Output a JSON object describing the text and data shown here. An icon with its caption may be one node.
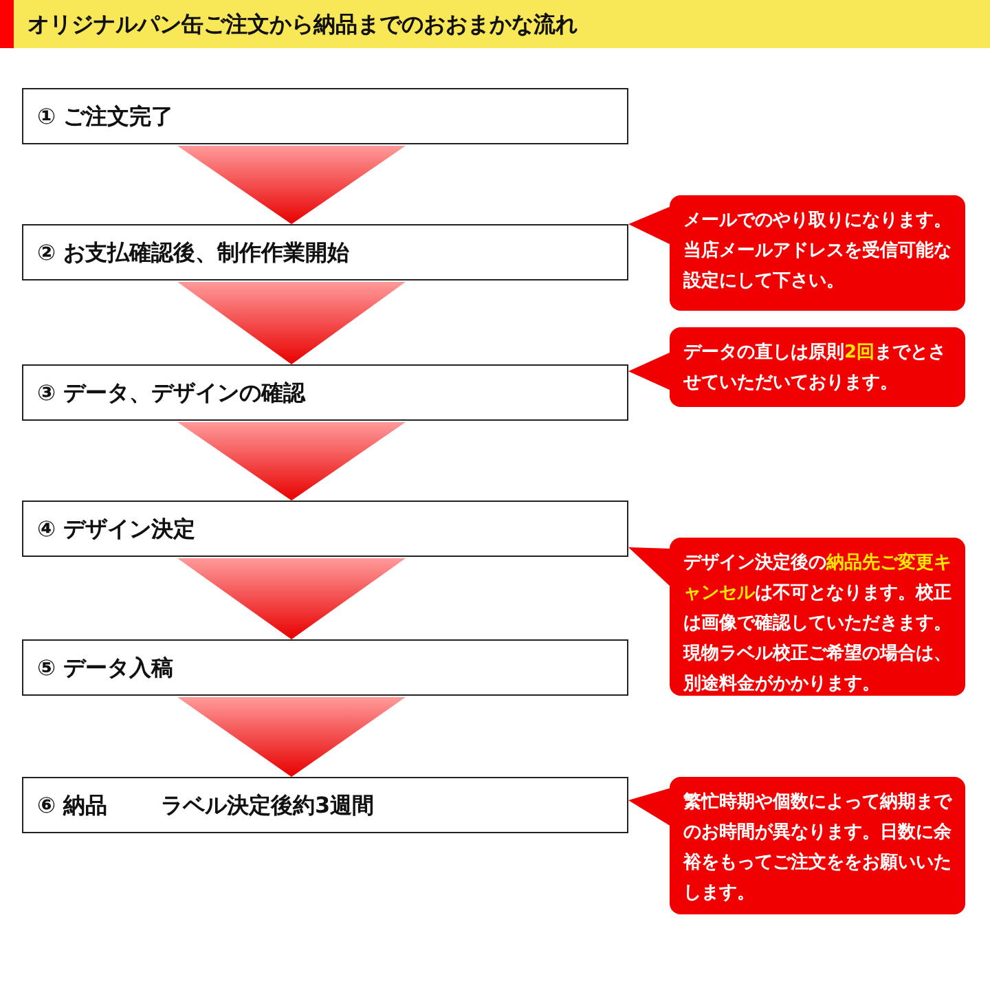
{
  "diagram": {
    "title": "オリジナルパン缶ご注文から納品までのおおまかな流れ",
    "nodes": [
      {
        "text": [
          "① ご注文完了"
        ]
      },
      {
        "text": [
          "② お支払確認後、制作作業開始"
        ]
      },
      {
        "text": [
          "③ データ、デザインの確認"
        ]
      },
      {
        "text": [
          "④ デザイン決定"
        ]
      },
      {
        "text": [
          "⑤ データ入稿"
        ]
      },
      {
        "text": [
          "⑥ 納品",
          "ラベル決定後約3週間"
        ]
      },
      {
        "text": [
          "メールでのやり取りになります。当店メールアドレスを受信可能な設定にして下さい。"
        ]
      },
      {
        "text": [
          "データの直しは原則**2回**までとさせていただいております。"
        ]
      },
      {
        "text": [
          "デザイン決定後の**納品先ご変更キャンセル**は不可となります。校正は画像で確認していただきます。現物ラベル校正ご希望の場合は、別途料金がかかります。"
        ]
      },
      {
        "text": [
          "繁忙時期や個数によって納期までのお時間が異なります。日数に余裕をもってご注文ををお願いいたします。"
        ]
      }
    ],
    "edges": [
      {
        "from": 0,
        "to": 1,
        "arrow": "to"
      },
      {
        "from": 1,
        "to": 2,
        "arrow": "to"
      },
      {
        "from": 2,
        "to": 3,
        "arrow": "to"
      },
      {
        "from": 3,
        "to": 4,
        "arrow": "to"
      },
      {
        "from": 4,
        "to": 5,
        "arrow": "to"
      },
      {
        "from": 6,
        "to": 1,
        "arrow": "to"
      },
      {
        "from": 7,
        "to": 2,
        "arrow": "to"
      },
      {
        "from": 8,
        "to": 3,
        "arrow": "to"
      },
      {
        "from": 9,
        "to": 5,
        "arrow": "to"
      }
    ]
  }
}
